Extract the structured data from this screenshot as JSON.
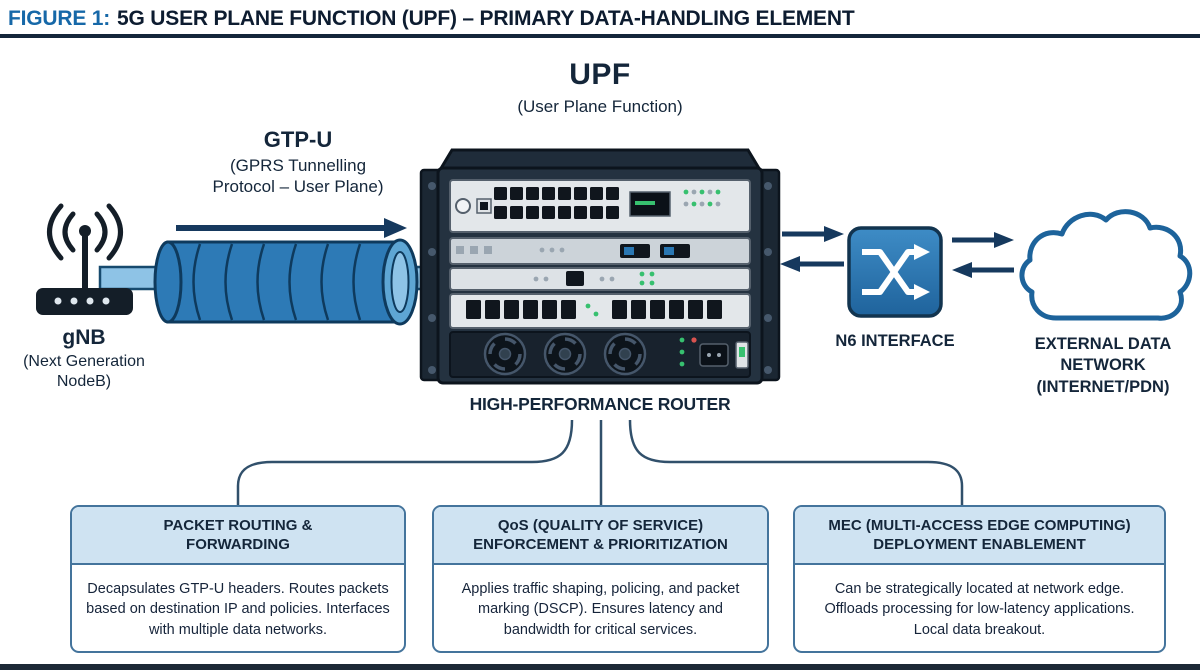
{
  "figure": {
    "label": "FIGURE 1:",
    "title": "5G USER PLANE FUNCTION (UPF) – PRIMARY DATA-HANDLING ELEMENT"
  },
  "nodes": {
    "upf": {
      "name": "UPF",
      "subtitle": "(User Plane Function)",
      "hardware_label": "HIGH-PERFORMANCE ROUTER",
      "icon": "rack-router-illustration"
    },
    "gnb": {
      "name": "gNB",
      "subtitle": "(Next Generation NodeB)",
      "icon": "antenna-icon"
    },
    "gtpu": {
      "name": "GTP-U",
      "subtitle": "(GPRS Tunnelling Protocol – User Plane)",
      "icon": "tunnel-pipe-illustration"
    },
    "n6": {
      "label": "N6 INTERFACE",
      "icon": "switch-crossing-arrows-icon"
    },
    "edn": {
      "label": "EXTERNAL DATA NETWORK (INTERNET/PDN)",
      "icon": "cloud-icon"
    }
  },
  "callouts": [
    {
      "title": "PACKET ROUTING & FORWARDING",
      "body": "Decapsulates GTP-U headers. Routes packets based on destination IP and policies. Interfaces with multiple data networks."
    },
    {
      "title": "QoS (QUALITY OF SERVICE) ENFORCEMENT & PRIORITIZATION",
      "body": "Applies traffic shaping, policing, and packet marking (DSCP). Ensures latency and bandwidth for critical services."
    },
    {
      "title": "MEC (MULTI-ACCESS EDGE COMPUTING) DEPLOYMENT ENABLEMENT",
      "body": "Can be strategically located at network edge. Offloads processing for low-latency applications. Local data breakout."
    }
  ],
  "colors": {
    "accent_blue": "#1668a8",
    "navy": "#14263a",
    "tunnel_blue": "#2d7ab6",
    "pipe_light_blue": "#8ec3e6",
    "callout_header_bg": "#cfe3f2",
    "callout_border": "#44749c"
  }
}
